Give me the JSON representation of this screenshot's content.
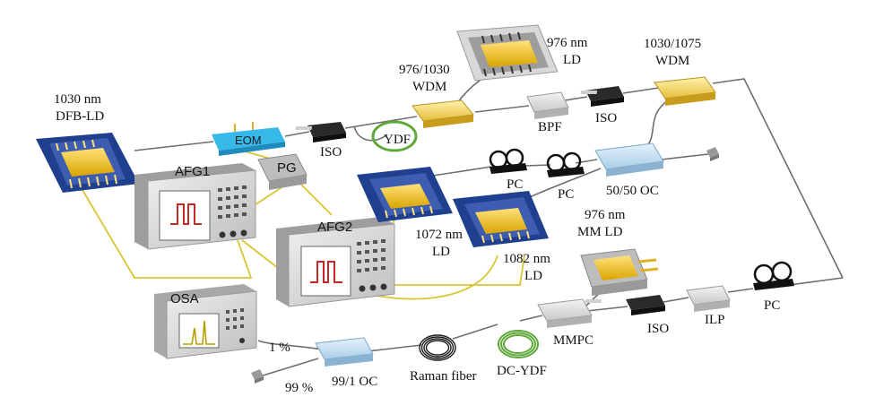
{
  "title": "",
  "labels": {
    "dfb_ld_line1": "1030 nm",
    "dfb_ld_line2": "DFB-LD",
    "eom": "EOM",
    "pg": "PG",
    "afg1": "AFG1",
    "afg2": "AFG2",
    "iso1": "ISO",
    "ydf": "YDF",
    "wdm1_line1": "976/1030",
    "wdm1_line2": "WDM",
    "pump_ld_line1": "976 nm",
    "pump_ld_line2": "LD",
    "bpf": "BPF",
    "iso2": "ISO",
    "wdm2_line1": "1030/1075",
    "wdm2_line2": "WDM",
    "pc1": "PC",
    "pc2": "PC",
    "oc5050": "50/50 OC",
    "ld1072_line1": "1072 nm",
    "ld1072_line2": "LD",
    "ld1082_line1": "1082 nm",
    "ld1082_line2": "LD",
    "mmld_line1": "976 nm",
    "mmld_line2": "MM LD",
    "osa": "OSA",
    "mmpc": "MMPC",
    "iso3": "ISO",
    "ilp": "ILP",
    "pc3": "PC",
    "raman": "Raman fiber",
    "dcydf": "DC-YDF",
    "oc991": "99/1 OC",
    "pct1": "1 %",
    "pct99": "99 %"
  },
  "colors": {
    "chip_blue": "#1f3f8f",
    "chip_gold": "#f0c020",
    "fiber_yellow": "#d9c531",
    "fiber_gray": "#6e6e6e",
    "coil_green": "#5fa83c",
    "coil_black": "#1a1a1a",
    "eom_cyan": "#36b8e8",
    "pulse_red": "#c62828"
  }
}
